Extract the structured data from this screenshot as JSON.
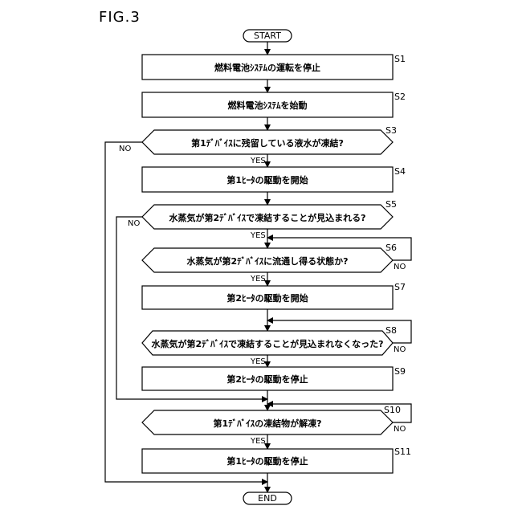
{
  "figure_label": "FIG.3",
  "start": "START",
  "end": "END",
  "yes": "YES",
  "no": "NO",
  "steps": {
    "s1": {
      "id": "S1",
      "text": "燃料電池ｼｽﾃﾑの運転を停止"
    },
    "s2": {
      "id": "S2",
      "text": "燃料電池ｼｽﾃﾑを始動"
    },
    "s3": {
      "id": "S3",
      "text": "第1ﾃﾞﾊﾞｲｽに残留している液水が凍結?"
    },
    "s4": {
      "id": "S4",
      "text": "第1ﾋｰﾀの駆動を開始"
    },
    "s5": {
      "id": "S5",
      "text": "水蒸気が第2ﾃﾞﾊﾞｲｽで凍結することが見込まれる?"
    },
    "s6": {
      "id": "S6",
      "text": "水蒸気が第2ﾃﾞﾊﾞｲｽに流通し得る状態か?"
    },
    "s7": {
      "id": "S7",
      "text": "第2ﾋｰﾀの駆動を開始"
    },
    "s8": {
      "id": "S8",
      "text": "水蒸気が第2ﾃﾞﾊﾞｲｽで凍結することが見込まれなくなった?"
    },
    "s9": {
      "id": "S9",
      "text": "第2ﾋｰﾀの駆動を停止"
    },
    "s10": {
      "id": "S10",
      "text": "第1ﾃﾞﾊﾞｲｽの凍結物が解凍?"
    },
    "s11": {
      "id": "S11",
      "text": "第1ﾋｰﾀの駆動を停止"
    }
  }
}
